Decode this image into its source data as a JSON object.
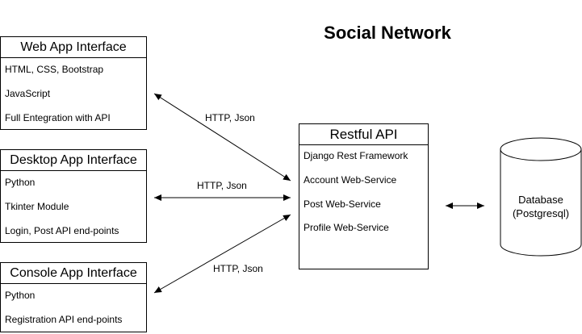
{
  "title": "Social Network",
  "web_app": {
    "header": "Web App Interface",
    "items": [
      "HTML, CSS, Bootstrap",
      "JavaScript",
      "Full Entegration with API"
    ]
  },
  "desktop_app": {
    "header": "Desktop App Interface",
    "items": [
      "Python",
      "Tkinter Module",
      "Login, Post API end-points"
    ]
  },
  "console_app": {
    "header": "Console App Interface",
    "items": [
      "Python",
      "Registration API end-points"
    ]
  },
  "restful_api": {
    "header": "Restful API",
    "items": [
      "Django Rest Framework",
      "Account Web-Service",
      "Post Web-Service",
      "Profile Web-Service"
    ]
  },
  "database": {
    "line1": "Database",
    "line2": "(Postgresql)"
  },
  "connections": {
    "web_label": "HTTP, Json",
    "desktop_label": "HTTP, Json",
    "console_label": "HTTP, Json"
  }
}
